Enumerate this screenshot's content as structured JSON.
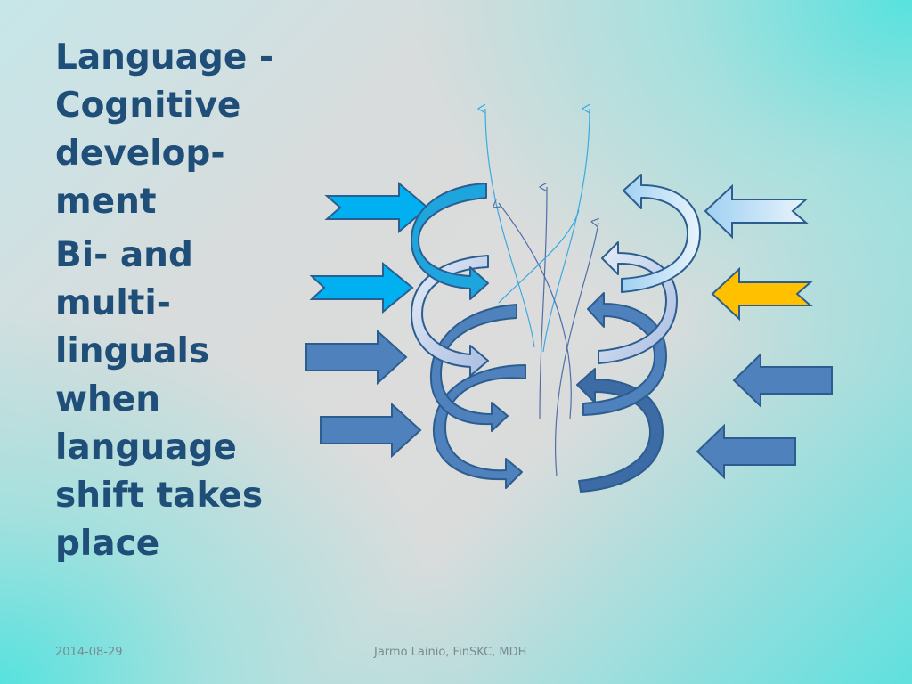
{
  "slide": {
    "title_lines": [
      "Language -",
      "Cognitive",
      "develop-",
      "ment"
    ],
    "subtitle_lines": [
      "Bi- and",
      "multi-",
      "linguals",
      "when",
      "language",
      "shift takes",
      "place"
    ]
  },
  "footer": {
    "date": "2014-08-29",
    "author": "Jarmo Lainio, FinSKC, MDH"
  },
  "colors": {
    "title": "#1f4e79",
    "arrow_cyan": "#00b0f0",
    "arrow_blue": "#4f81bd",
    "arrow_lightblue": "#c5e0f4",
    "arrow_gold": "#ffc000",
    "spiral_dark": "#3d6ba5",
    "spiral_light": "#c9d7ee",
    "thin_line": "#3aaae0"
  },
  "diagram": {
    "incoming_arrows_left": [
      "cyan-arrow",
      "cyan-arrow",
      "blue-arrow",
      "blue-arrow"
    ],
    "incoming_arrows_right": [
      "lightblue-arrow",
      "gold-arrow",
      "blue-arrow",
      "blue-arrow"
    ]
  }
}
